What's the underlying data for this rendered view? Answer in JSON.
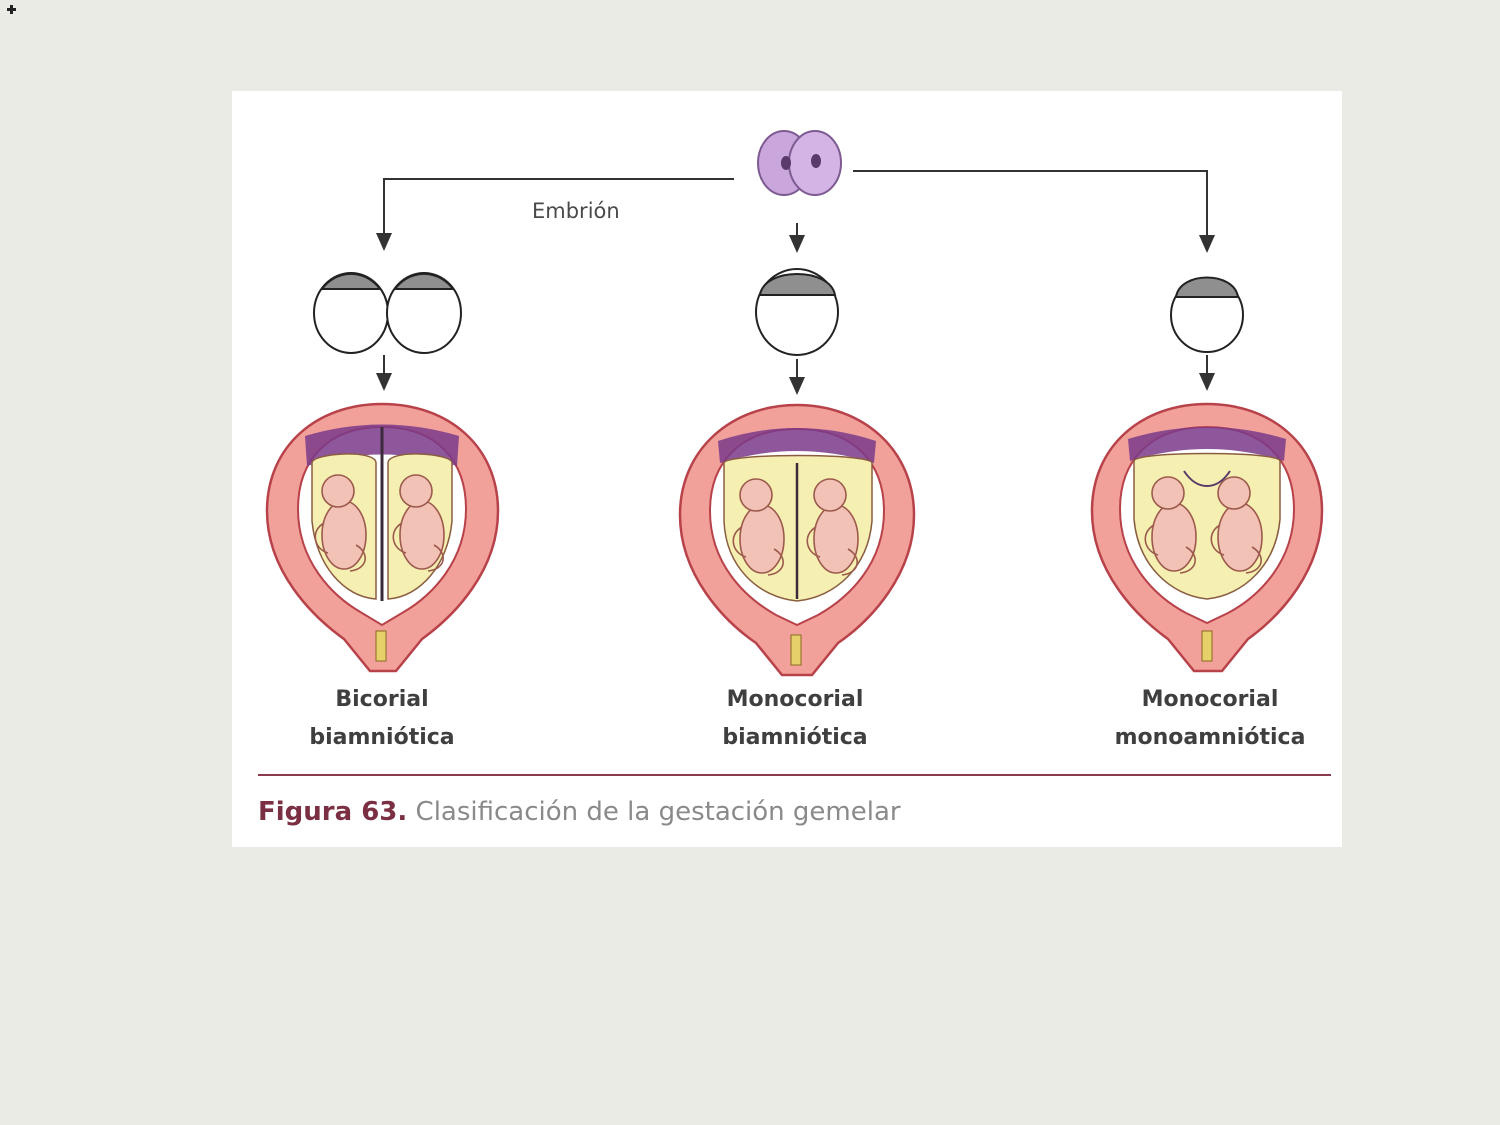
{
  "figure": {
    "embryo_label": "Embrión",
    "types": [
      {
        "line1": "Bicorial",
        "line2": "biamniótica"
      },
      {
        "line1": "Monocorial",
        "line2": "biamniótica"
      },
      {
        "line1": "Monocorial",
        "line2": "monoamniótica"
      }
    ],
    "caption_number": "Figura 63.",
    "caption_text": " Clasificación de la gestación gemelar"
  },
  "colors": {
    "slide_background": "#ebebe5",
    "uterus_wall": "#f2a09a",
    "uterus_outline": "#b8424a",
    "placenta": "#7a3a8a",
    "amniotic_fluid": "#f6efb2",
    "fetus": "#f3c2b6",
    "cell": "#c9a6dc",
    "caption_accent": "#7a2f42"
  }
}
